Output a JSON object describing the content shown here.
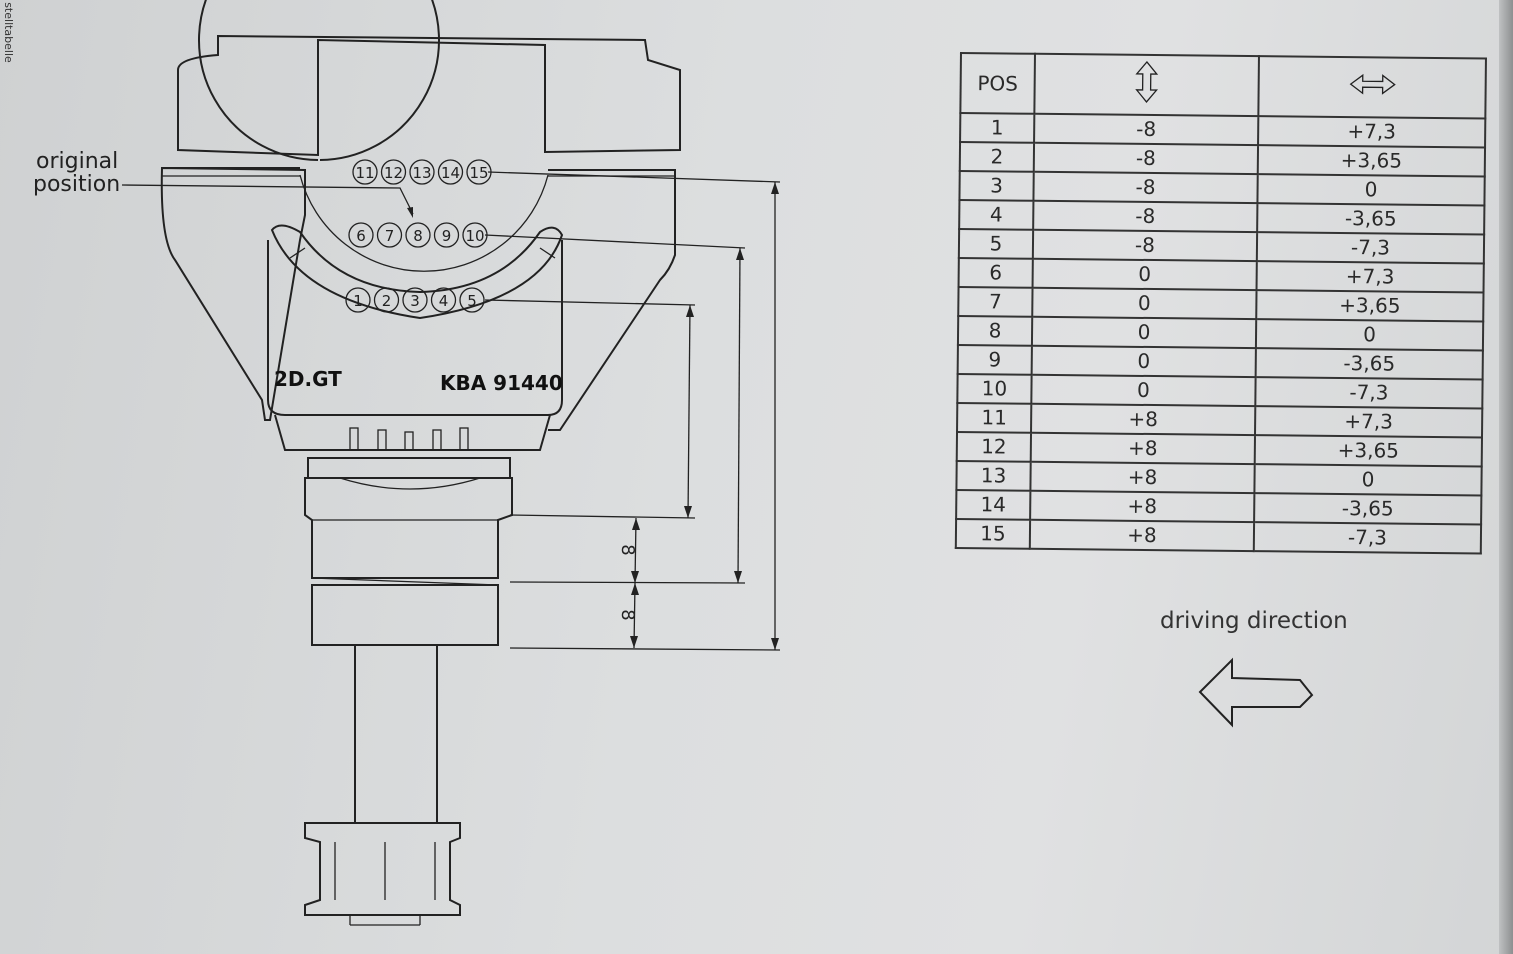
{
  "side_label": "stelltabelle",
  "drawing": {
    "original_position_line1": "original",
    "original_position_line2": "position",
    "model_label": "2D.GT",
    "approval_label": "KBA 91440",
    "positions_row_top": [
      "11",
      "12",
      "13",
      "14",
      "15"
    ],
    "positions_row_mid": [
      "6",
      "7",
      "8",
      "9",
      "10"
    ],
    "positions_row_bottom": [
      "1",
      "2",
      "3",
      "4",
      "5"
    ],
    "dimension_upper": "8",
    "dimension_lower": "8"
  },
  "table": {
    "header_pos": "POS",
    "header_vertical_icon": "vertical-double-arrow-icon",
    "header_horizontal_icon": "horizontal-double-arrow-icon",
    "rows": [
      {
        "pos": "1",
        "vertical": "-8",
        "horizontal": "+7,3"
      },
      {
        "pos": "2",
        "vertical": "-8",
        "horizontal": "+3,65"
      },
      {
        "pos": "3",
        "vertical": "-8",
        "horizontal": "0"
      },
      {
        "pos": "4",
        "vertical": "-8",
        "horizontal": "-3,65"
      },
      {
        "pos": "5",
        "vertical": "-8",
        "horizontal": "-7,3"
      },
      {
        "pos": "6",
        "vertical": "0",
        "horizontal": "+7,3"
      },
      {
        "pos": "7",
        "vertical": "0",
        "horizontal": "+3,65"
      },
      {
        "pos": "8",
        "vertical": "0",
        "horizontal": "0"
      },
      {
        "pos": "9",
        "vertical": "0",
        "horizontal": "-3,65"
      },
      {
        "pos": "10",
        "vertical": "0",
        "horizontal": "-7,3"
      },
      {
        "pos": "11",
        "vertical": "+8",
        "horizontal": "+7,3"
      },
      {
        "pos": "12",
        "vertical": "+8",
        "horizontal": "+3,65"
      },
      {
        "pos": "13",
        "vertical": "+8",
        "horizontal": "0"
      },
      {
        "pos": "14",
        "vertical": "+8",
        "horizontal": "-3,65"
      },
      {
        "pos": "15",
        "vertical": "+8",
        "horizontal": "-7,3"
      }
    ]
  },
  "direction": {
    "label": "driving direction",
    "icon": "left-arrow-icon"
  }
}
